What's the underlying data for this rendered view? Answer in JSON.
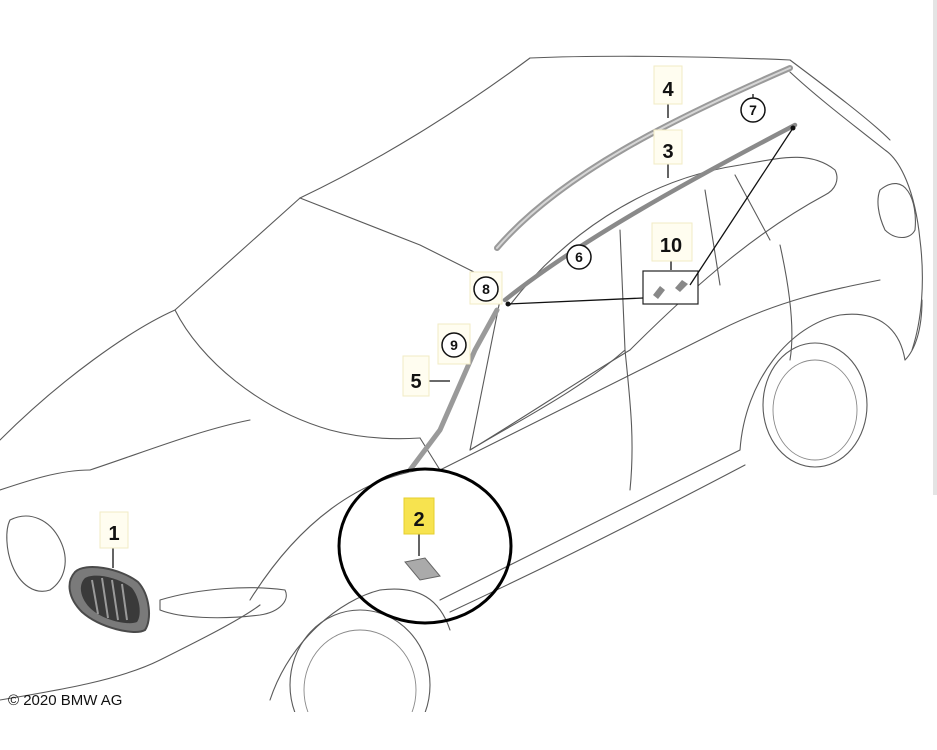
{
  "diagram": {
    "copyright": "© 2020 BMW AG",
    "callouts": [
      "1",
      "2",
      "3",
      "4",
      "5",
      "6",
      "7",
      "8",
      "9",
      "10"
    ],
    "highlighted_callout": "2",
    "colors": {
      "highlight": "#f7e34f",
      "line": "#5a5a5a",
      "trim": "#9a9a9a",
      "ink": "#111111"
    }
  }
}
